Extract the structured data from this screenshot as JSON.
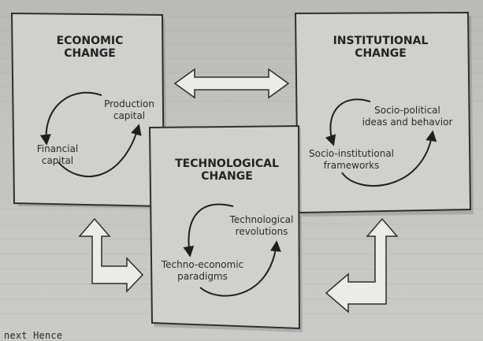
{
  "economic": {
    "title_line1": "ECONOMIC",
    "title_line2": "CHANGE",
    "cycle_label_1_line1": "Production",
    "cycle_label_1_line2": "capital",
    "cycle_label_2_line1": "Financial",
    "cycle_label_2_line2": "capital"
  },
  "institutional": {
    "title_line1": "INSTITUTIONAL",
    "title_line2": "CHANGE",
    "cycle_label_1_line1": "Socio-political",
    "cycle_label_1_line2": "ideas and behavior",
    "cycle_label_2_line1": "Socio-institutional",
    "cycle_label_2_line2": "frameworks"
  },
  "technological": {
    "title_line1": "TECHNOLOGICAL",
    "title_line2": "CHANGE",
    "cycle_label_1_line1": "Technological",
    "cycle_label_1_line2": "revolutions",
    "cycle_label_2_line1": "Techno-economic",
    "cycle_label_2_line2": "paradigms"
  },
  "footer_text": "next Hence"
}
